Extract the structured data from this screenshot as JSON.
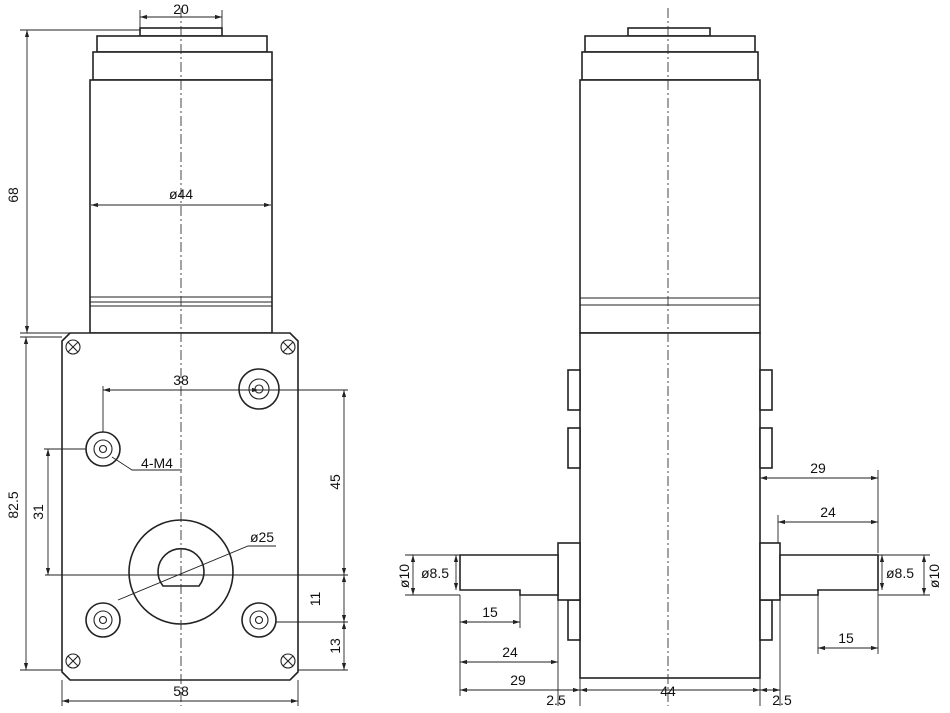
{
  "left_view": {
    "shaft_boss_width": "20",
    "motor_height": "68",
    "motor_diameter": "ø44",
    "hole_spacing_horizontal": "38",
    "hole_callout": "4-M4",
    "hole_spacing_vertical": "45",
    "gearbox_height": "82.5",
    "shaft_to_hole": "31",
    "output_diameter": "ø25",
    "lower_offset_1": "11",
    "lower_offset_2": "13",
    "gearbox_width": "58"
  },
  "right_view": {
    "right_shaft_total": "29",
    "right_shaft_length": "24",
    "left_shaft_diameter": "ø10",
    "left_shaft_flat": "ø8.5",
    "left_flat_length": "15",
    "left_shaft_length": "24",
    "left_shaft_total": "29",
    "left_boss_offset": "2.5",
    "gearbox_width": "44",
    "right_boss_offset": "2.5",
    "right_shaft_flat": "ø8.5",
    "right_shaft_diameter": "ø10",
    "right_flat_length": "15"
  }
}
